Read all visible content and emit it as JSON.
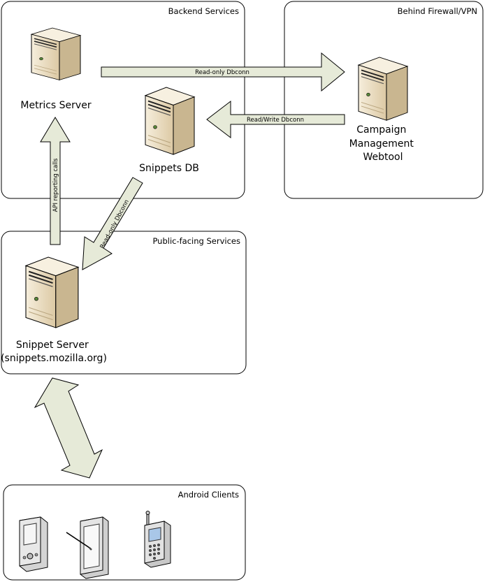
{
  "groups": {
    "backend": "Backend Services",
    "firewall": "Behind Firewall/VPN",
    "public": "Public-facing Services",
    "android": "Android Clients"
  },
  "nodes": {
    "metrics": "Metrics Server",
    "snippets_db": "Snippets DB",
    "campaign": [
      "Campaign",
      "Management",
      "Webtool"
    ],
    "snippet_server": [
      "Snippet Server",
      "(snippets.mozilla.org)"
    ]
  },
  "edges": {
    "readonly_top": "Read-only Dbconn",
    "readwrite": "Read/Write Dbconn",
    "api_reporting": "API reporting calls",
    "readonly_diag": "Read-only Dbconn"
  },
  "colors": {
    "arrow_fill": "#e6ead8",
    "server_body": "#e9dcc0",
    "server_dark": "#c9b690",
    "server_top": "#f3ead7"
  }
}
